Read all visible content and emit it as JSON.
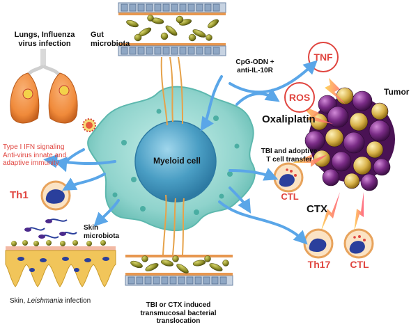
{
  "labels": {
    "lungs": "Lungs, Influenza\nvirus infection",
    "gut_microbiota": "Gut\nmicrobiota",
    "cpg": "CpG-ODN +\nanti-IL-10R",
    "tnf": "TNF",
    "ros": "ROS",
    "tumor": "Tumor",
    "oxaliplatin": "Oxaliplatin",
    "type1_ifn": "Type I IFN signaling\nAnti-virus innate and\nadaptive immunity",
    "myeloid": "Myeloid cell",
    "tbi_adoptive": "TBI and adoptive\nT cell transfer",
    "th1": "Th1",
    "ctl_top": "CTL",
    "ctx": "CTX",
    "skin_microbiota": "Skin\nmicrobiota",
    "th17": "Th17",
    "ctl_bottom": "CTL",
    "skin_infection_prefix": "Skin, ",
    "skin_infection_italic": "Leishmania",
    "skin_infection_suffix": " infection",
    "translocation": "TBI or CTX induced\ntransmucosal bacterial\ntranslocation"
  },
  "colors": {
    "accent_red": "#e0453f",
    "arrow_blue": "#5aa6e8",
    "myeloid_fill": "#8fd3cc",
    "nucleus_fill": "#4a9ec4",
    "tumor_purple": "#7a2c86",
    "tumor_gold": "#d8b24a",
    "lung_orange": "#f08a3a",
    "cell_ring": "#e8a35c",
    "cell_nucleus": "#2a3f9c",
    "skin_yellow": "#f1c55a",
    "skin_pink": "#f2b9a4",
    "gut_band": "#9db2c9",
    "bacteria_green": "#8a8a24"
  }
}
